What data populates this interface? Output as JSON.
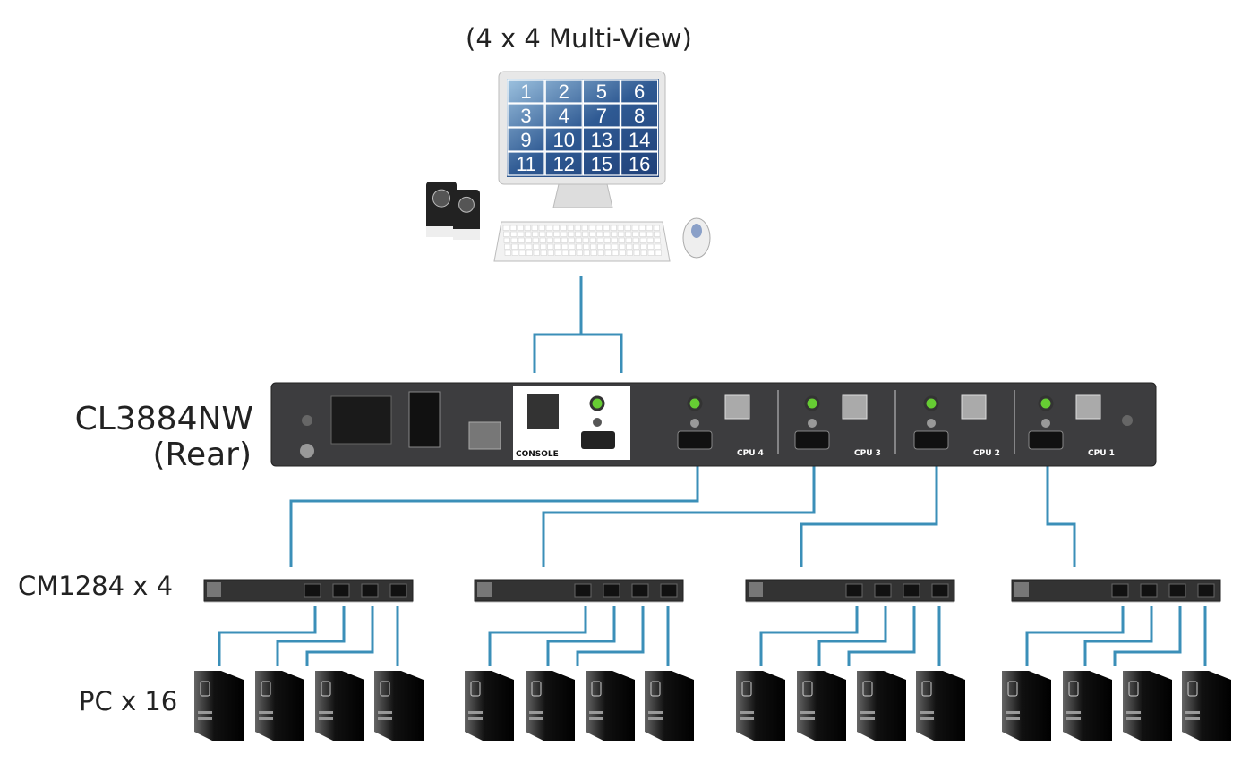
{
  "title": "(4 x 4 Multi-View)",
  "monitor": {
    "screen_numbers": [
      "1",
      "2",
      "5",
      "6",
      "3",
      "4",
      "7",
      "8",
      "9",
      "10",
      "13",
      "14",
      "11",
      "12",
      "15",
      "16"
    ]
  },
  "kvm": {
    "model": "CL3884NW",
    "subtitle": "(Rear)",
    "console_label": "CONSOLE",
    "cpu_ports": [
      "CPU 4",
      "CPU 3",
      "CPU 2",
      "CPU 1"
    ]
  },
  "adapters_label": "CM1284 x 4",
  "pcs_label": "PC x 16",
  "colors": {
    "cable": "#3b8fb8",
    "panel": "#3d3d3f",
    "screen": "#2f5a93"
  }
}
